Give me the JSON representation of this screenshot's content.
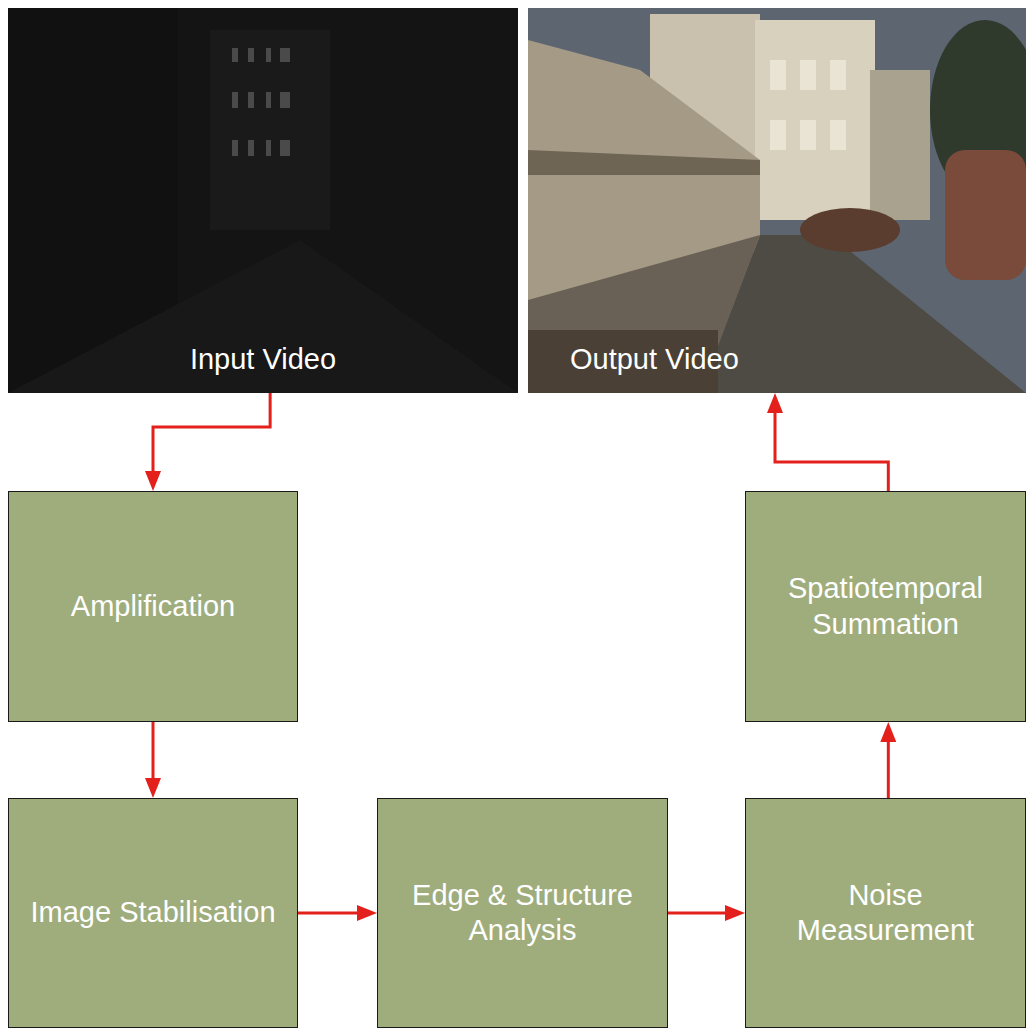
{
  "diagram": {
    "nodes": [
      {
        "text": [
          "Input Video"
        ]
      },
      {
        "text": [
          "Output Video"
        ]
      },
      {
        "text": [
          "Amplification"
        ]
      },
      {
        "text": [
          "Spatiotemporal Summation"
        ]
      },
      {
        "text": [
          "Image Stabilisation"
        ]
      },
      {
        "text": [
          "Edge & Structure Analysis"
        ]
      },
      {
        "text": [
          "Noise Measurement"
        ]
      }
    ],
    "edges": [
      {
        "from": 0,
        "to": 2,
        "arrow": "to"
      },
      {
        "from": 2,
        "to": 4,
        "arrow": "to"
      },
      {
        "from": 4,
        "to": 5,
        "arrow": "to"
      },
      {
        "from": 5,
        "to": 6,
        "arrow": "to"
      },
      {
        "from": 6,
        "to": 3,
        "arrow": "to"
      },
      {
        "from": 3,
        "to": 1,
        "arrow": "to"
      }
    ]
  }
}
